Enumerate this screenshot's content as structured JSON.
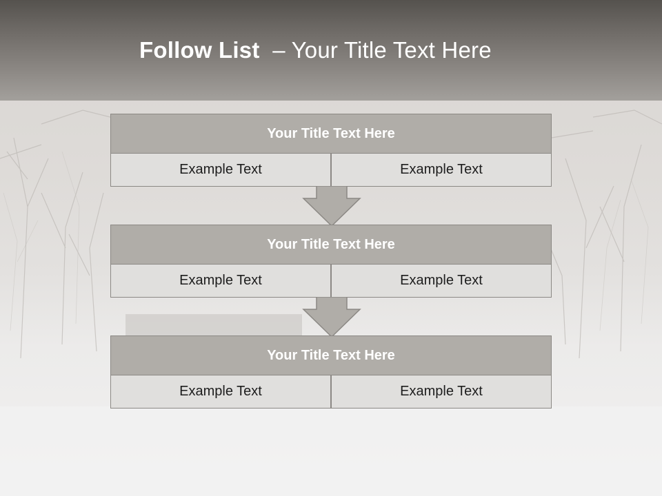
{
  "slide": {
    "title_bold": "Follow List",
    "title_rest": "– Your Title Text Here"
  },
  "steps": [
    {
      "title": "Your Title Text Here",
      "left": "Example Text",
      "right": "Example Text"
    },
    {
      "title": "Your Title Text Here",
      "left": "Example Text",
      "right": "Example Text"
    },
    {
      "title": "Your Title Text Here",
      "left": "Example Text",
      "right": "Example Text"
    }
  ],
  "colors": {
    "header": "#6e6a66",
    "block_title_fill": "#b0ada8",
    "cell_fill": "#e0dfdd",
    "arrow_fill": "#b0ada8",
    "border": "#8b8884"
  },
  "icons": [
    "down-arrow-icon",
    "down-arrow-icon"
  ]
}
